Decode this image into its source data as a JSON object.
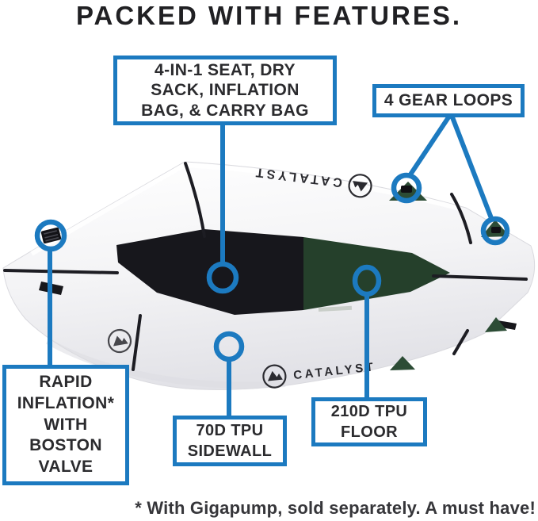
{
  "title": "PACKED WITH FEATURES.",
  "footnote": "* With Gigapump, sold separately. A must have!",
  "brand": {
    "name": "CATALYST"
  },
  "accent_color": "#1c7ac0",
  "boat": {
    "hull_color": "#f5f5f7",
    "interior_color": "#17171c",
    "floor_color": "#25402b",
    "patch_color": "#2c4c35"
  },
  "callouts": {
    "seat": {
      "lines": [
        "4-IN-1 SEAT, DRY",
        "SACK, INFLATION",
        "BAG, & CARRY BAG"
      ]
    },
    "gear_loops": {
      "lines": [
        "4 GEAR LOOPS"
      ]
    },
    "rapid_inflation": {
      "lines": [
        "RAPID",
        "INFLATION*",
        "WITH",
        "BOSTON",
        "VALVE"
      ]
    },
    "sidewall": {
      "lines": [
        "70D TPU",
        "SIDEWALL"
      ]
    },
    "floor": {
      "lines": [
        "210D TPU",
        "FLOOR"
      ]
    }
  }
}
